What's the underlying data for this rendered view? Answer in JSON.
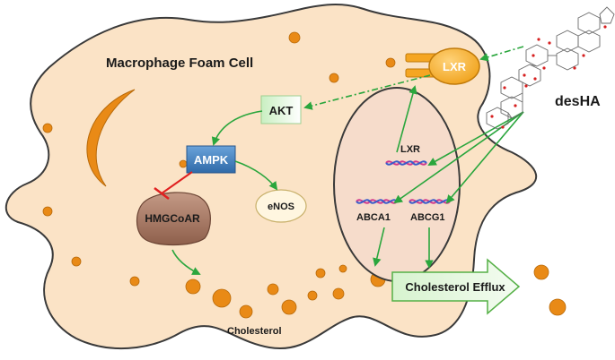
{
  "diagram": {
    "cell_label": "Macrophage Foam Cell",
    "compound_label": "desHA",
    "nodes": {
      "lxr_receptor": "LXR",
      "akt": "AKT",
      "ampk": "AMPK",
      "enos": "eNOS",
      "hmgcoar": "HMGCoAR",
      "lxr_gene": "LXR",
      "abca1": "ABCA1",
      "abcg1": "ABCG1"
    },
    "cholesterol_label": "Cholesterol",
    "efflux_label": "Cholesterol Efflux"
  },
  "colors": {
    "cell_fill": "#fbe3c6",
    "cell_stroke": "#3a3a3a",
    "droplet": "#e98a16",
    "arrow_green": "#2aa63d",
    "inhibit_red": "#e02020",
    "lxr_receptor": "#f5a623",
    "akt_fill": "#e6f7e2",
    "ampk_fill": "#3f7fc0",
    "enos_fill": "#fff6e0",
    "hmgcoar_fill": "#a0705c",
    "efflux_fill": "#dff5d8",
    "nucleus_fill": "#f6dccb"
  }
}
